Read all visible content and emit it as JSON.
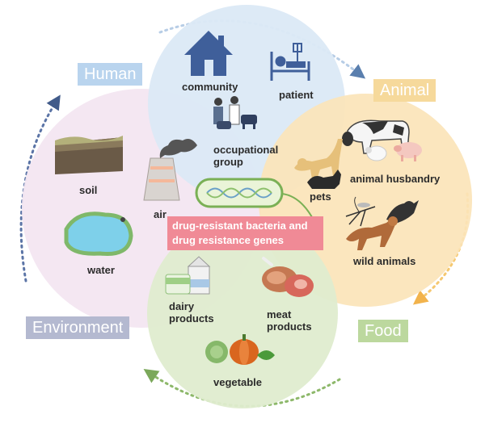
{
  "categories": {
    "human": "Human",
    "animal": "Animal",
    "environment": "Environment",
    "food": "Food"
  },
  "human_items": {
    "community": "community",
    "patient": "patient",
    "occupational_group": "occupational group"
  },
  "animal_items": {
    "animal_husbandry": "animal husbandry",
    "pets": "pets",
    "wild_animals": "wild animals"
  },
  "environment_items": {
    "soil": "soil",
    "air": "air",
    "water": "water"
  },
  "food_items": {
    "dairy_products": "dairy products",
    "meat_products": "meat products",
    "vegetable": "vegetable"
  },
  "center": {
    "line1": "drug-resistant bacteria and",
    "line2": "drug resistance genes"
  },
  "colors": {
    "human_circle": "#dbe9f6",
    "animal_circle": "#fbe4b8",
    "environment_circle": "#f3e6f1",
    "food_circle": "#dfeccf",
    "human_tag": "#b9d4ee",
    "animal_tag": "#f6d99b",
    "environment_tag": "#b4b9d0",
    "food_tag": "#bcd89e",
    "center_box": "#f08a96"
  }
}
